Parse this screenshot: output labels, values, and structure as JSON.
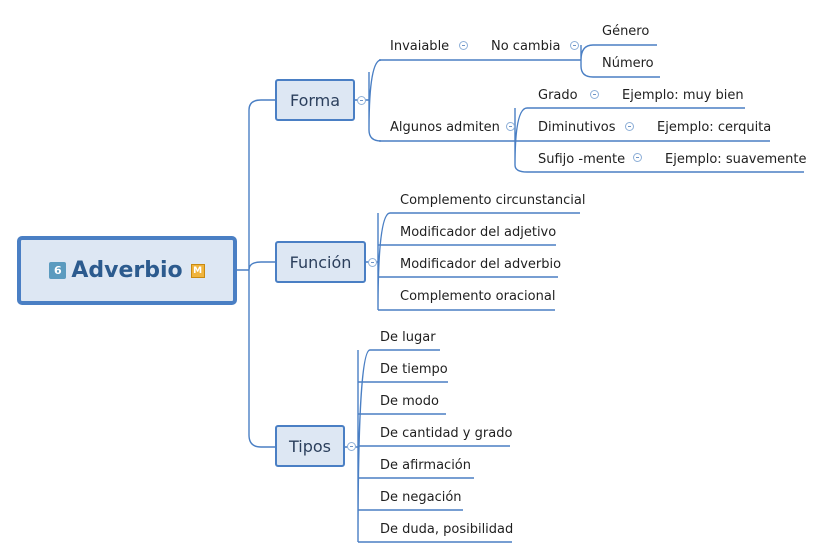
{
  "root": {
    "title": "Adverbio",
    "badge": "6",
    "marker": "M"
  },
  "forma": {
    "label": "Forma",
    "invariable": {
      "label": "Invaiable",
      "child": "No cambia",
      "leaves": [
        "Género",
        "Número"
      ]
    },
    "algunos": {
      "label": "Algunos admiten",
      "items": [
        {
          "label": "Grado",
          "example": "Ejemplo: muy bien"
        },
        {
          "label": "Diminutivos",
          "example": "Ejemplo: cerquita"
        },
        {
          "label": "Sufijo -mente",
          "example": "Ejemplo: suavemente"
        }
      ]
    }
  },
  "funcion": {
    "label": "Función",
    "items": [
      "Complemento circunstancial",
      "Modificador del adjetivo",
      "Modificador del adverbio",
      "Complemento oracional"
    ]
  },
  "tipos": {
    "label": "Tipos",
    "items": [
      "De lugar",
      "De tiempo",
      "De modo",
      "De cantidad y grado",
      "De afirmación",
      "De negación",
      "De duda, posibilidad"
    ]
  },
  "colors": {
    "line": "#4a7fc4",
    "node_fill": "#dde7f3",
    "root_text": "#2c5b8e"
  }
}
